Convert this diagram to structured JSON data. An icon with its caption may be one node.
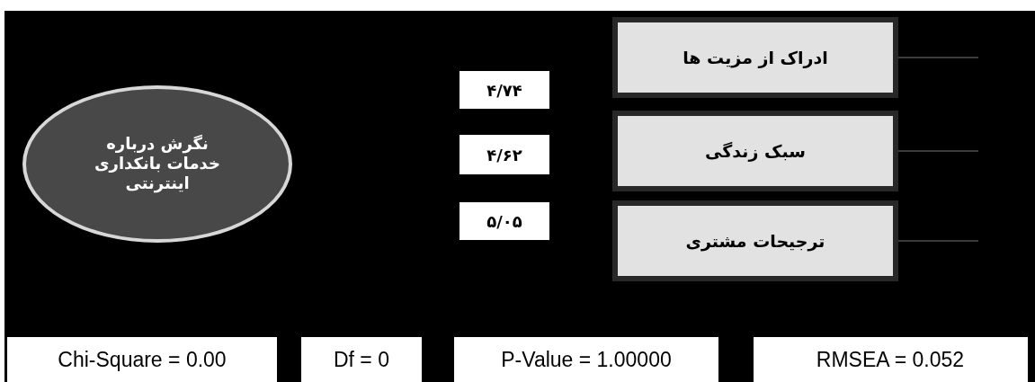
{
  "diagram": {
    "nodes": [
      {
        "text": [
          "نگرش درباره خدمات بانکداری اینترنتی"
        ]
      },
      {
        "text": [
          "ادراک از مزیت ها"
        ]
      },
      {
        "text": [
          "سبک زندگی"
        ]
      },
      {
        "text": [
          "ترجیحات مشتری"
        ]
      },
      {
        "text": [
          "۴/۷۴"
        ]
      },
      {
        "text": [
          "۴/۶۲"
        ]
      },
      {
        "text": [
          "۵/۰۵"
        ]
      },
      {
        "text": [
          "Chi-Square = 0.00"
        ]
      },
      {
        "text": [
          "Df = 0"
        ]
      },
      {
        "text": [
          "P-Value = 1.00000"
        ]
      },
      {
        "text": [
          "RMSEA = 0.052"
        ]
      }
    ],
    "edges": [
      {
        "from": null,
        "to": 1,
        "arrow": "none",
        "color": "#3a3a3a"
      },
      {
        "from": null,
        "to": 2,
        "arrow": "none",
        "color": "#3a3a3a"
      },
      {
        "from": null,
        "to": 3,
        "arrow": "none",
        "color": "#3a3a3a"
      }
    ]
  }
}
